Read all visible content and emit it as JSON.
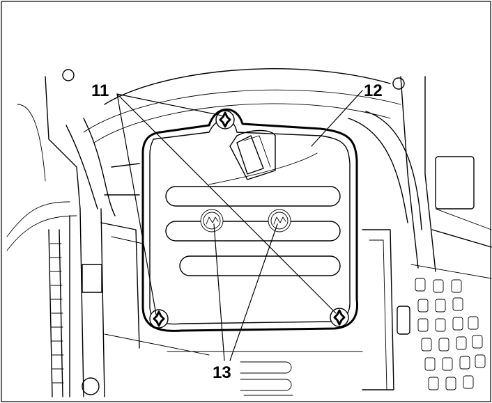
{
  "callouts": {
    "c11": "11",
    "c12": "12",
    "c13": "13"
  },
  "icons": {
    "cover-screw": "torx-screw-icon",
    "spark-arrestor-screw": "spark-arrestor-screw-icon"
  }
}
